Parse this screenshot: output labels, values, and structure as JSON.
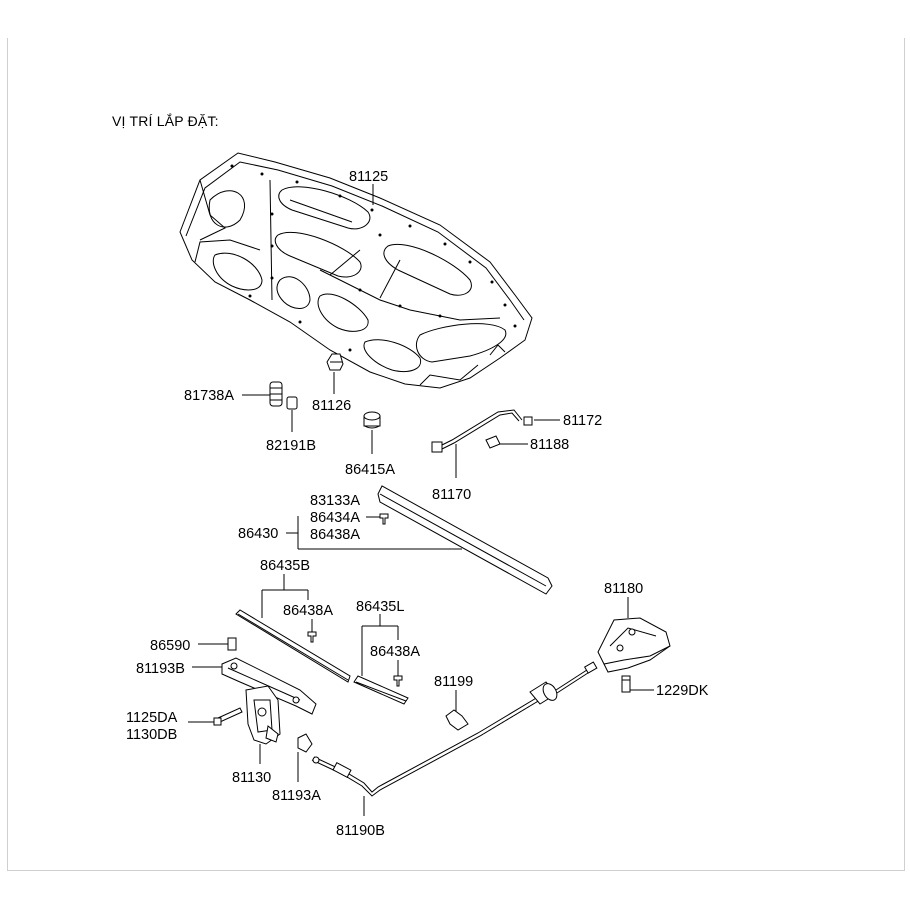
{
  "heading": "VỊ TRÍ LẮP ĐẶT:",
  "labels": {
    "p81125": "81125",
    "p81738A": "81738A",
    "p81126": "81126",
    "p82191B": "82191B",
    "p86415A": "86415A",
    "p81172": "81172",
    "p81188": "81188",
    "p81170": "81170",
    "p83133A": "83133A",
    "p86434A": "86434A",
    "p86438A_1": "86438A",
    "p86430": "86430",
    "p86435B": "86435B",
    "p86438A_2": "86438A",
    "p86435L": "86435L",
    "p86438A_3": "86438A",
    "p86590": "86590",
    "p81193B": "81193B",
    "p81180": "81180",
    "p1229DK": "1229DK",
    "p81199": "81199",
    "p1125DA": "1125DA",
    "p1130DB": "1130DB",
    "p81130": "81130",
    "p81193A": "81193A",
    "p81190B": "81190B"
  }
}
